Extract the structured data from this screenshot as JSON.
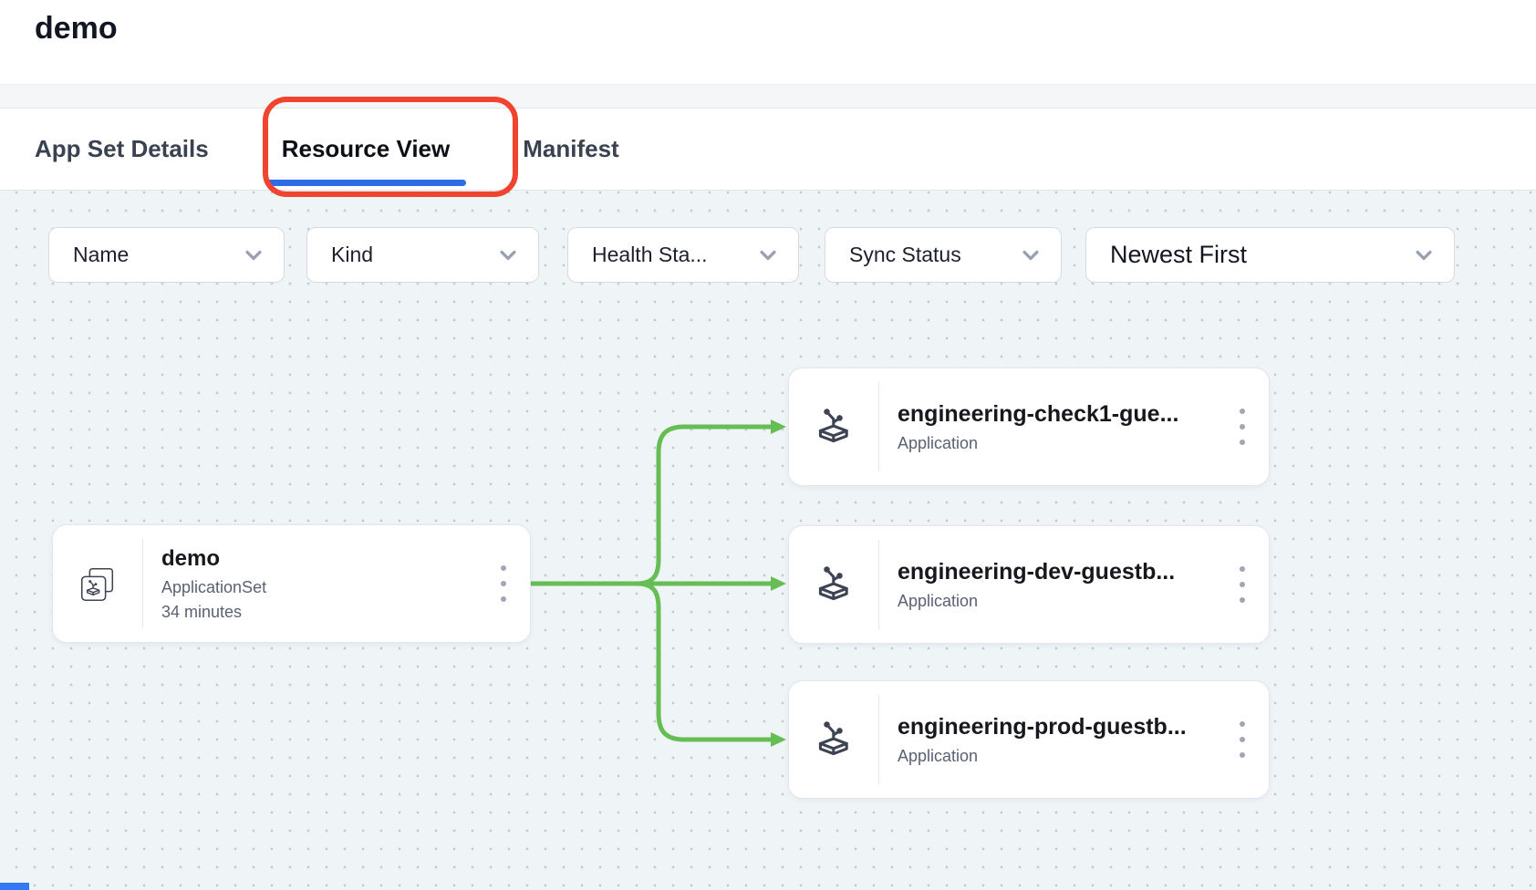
{
  "header": {
    "title": "demo"
  },
  "tabs": [
    {
      "label": "App Set Details",
      "active": false
    },
    {
      "label": "Resource View",
      "active": true
    },
    {
      "label": "Manifest",
      "active": false
    }
  ],
  "filters": {
    "name": {
      "label": "Name"
    },
    "kind": {
      "label": "Kind"
    },
    "health": {
      "label": "Health Sta..."
    },
    "sync": {
      "label": "Sync Status"
    },
    "sort": {
      "label": "Newest First"
    }
  },
  "graph": {
    "parent": {
      "title": "demo",
      "kind": "ApplicationSet",
      "age": "34 minutes"
    },
    "children": [
      {
        "title": "engineering-check1-gue...",
        "kind": "Application"
      },
      {
        "title": "engineering-dev-guestb...",
        "kind": "Application"
      },
      {
        "title": "engineering-prod-guestb...",
        "kind": "Application"
      }
    ]
  },
  "icons": {
    "parent": "applicationset-icon",
    "child": "application-icon",
    "menu": "kebab-menu-icon",
    "dropdown": "chevron-down-icon"
  },
  "colors": {
    "accent": "#2e6be6",
    "annotation": "#f0442f",
    "edge": "#65bd53",
    "scrollthumb": "#3478f6"
  }
}
